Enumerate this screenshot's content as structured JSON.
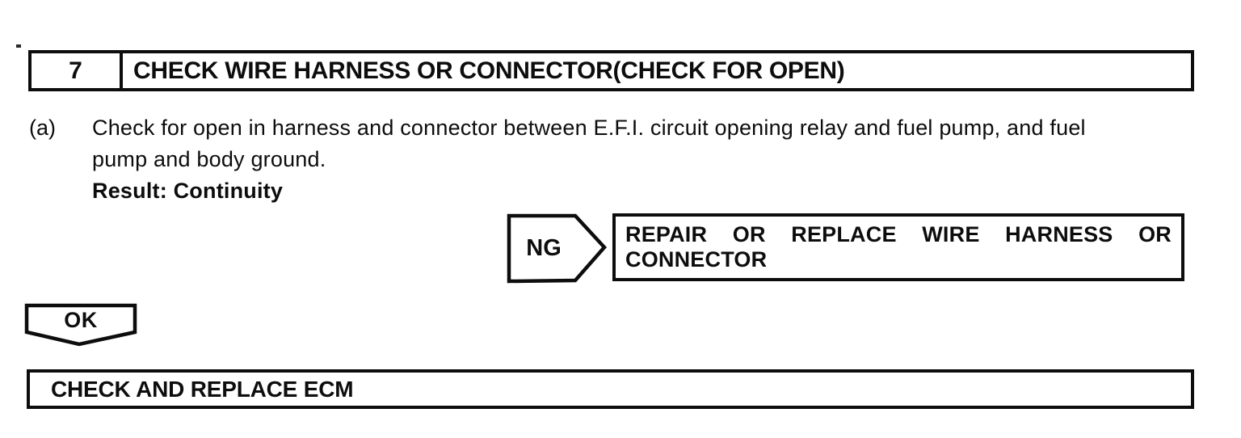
{
  "step": {
    "number": "7",
    "title": "CHECK WIRE HARNESS OR CONNECTOR(CHECK FOR OPEN)"
  },
  "instruction": {
    "marker": "(a)",
    "line1": "Check for open in harness and connector between E.F.I. circuit opening relay and fuel pump, and fuel",
    "line2": "pump and body ground.",
    "result": "Result: Continuity"
  },
  "ng_branch": {
    "label": "NG",
    "action": "REPAIR OR REPLACE WIRE HARNESS OR CONNECTOR"
  },
  "ok_branch": {
    "label": "OK",
    "action": "CHECK AND REPLACE ECM"
  },
  "colors": {
    "ink": "#0d0d0d",
    "paper": "#ffffff"
  }
}
